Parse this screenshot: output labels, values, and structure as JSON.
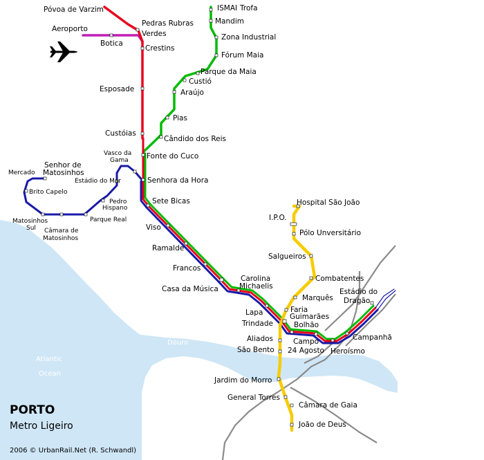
{
  "title": "PORTO",
  "subtitle": "Metro Ligeiro",
  "credit": "2006 © UrbanRail.Net (R. Schwandl)",
  "water_labels": {
    "river": "Douro",
    "ocean_line1": "Atlantic",
    "ocean_line2": "Ocean"
  },
  "colors": {
    "line_red": "#e8001c",
    "line_magenta": "#c01fb5",
    "line_green": "#00bb00",
    "line_blue": "#1a1aa8",
    "line_yellow": "#f7cc00",
    "rail_gray": "#8a8a8a",
    "water": "#cfe6f6"
  },
  "icons": {
    "airport": "airplane-icon"
  },
  "stations": {
    "povoa": "Póvoa de Varzim",
    "pedras_rubras": "Pedras Rubras",
    "verdes": "Verdes",
    "aeroporto": "Aeroporto",
    "botica": "Botica",
    "crestins": "Crestins",
    "esposade": "Esposade",
    "custoias": "Custóias",
    "fonte_cuco": "Fonte do Cuco",
    "senhora_hora": "Senhora da Hora",
    "sete_bicas": "Sete Bicas",
    "viso": "Viso",
    "ramalde": "Ramalde",
    "francos": "Francos",
    "casa_musica": "Casa da Música",
    "carolina_1": "Carolina",
    "carolina_2": "Michaelis",
    "lapa": "Lapa",
    "trindade": "Trindade",
    "aliados": "Aliados",
    "sao_bento": "São Bento",
    "bolhao": "Bolhão",
    "faria_1": "Faria",
    "faria_2": "Guimarães",
    "marques": "Marquês",
    "combatentes": "Combatentes",
    "salgueiros": "Salgueiros",
    "polo": "Pólo Unversitário",
    "ipo": "I.P.O.",
    "hospital": "Hospital São João",
    "campo_1": "Campo",
    "campo_2": "24 Agosto",
    "heroismo": "Heroísmo",
    "campanha": "Campanhã",
    "estadio_dragao_1": "Estádio do",
    "estadio_dragao_2": "Dragão",
    "jardim_morro": "Jardim do Morro",
    "general_torres": "General Torres",
    "camara_gaia": "Câmara de Gaia",
    "joao_deus": "João de Deus",
    "ismai": "ISMAI",
    "trofa": "Trofa",
    "mandim": "Mandim",
    "zona_industrial": "Zona Industrial",
    "forum_maia": "Fórum Maia",
    "parque_maia": "Parque da Maia",
    "custio": "Custió",
    "araujo": "Araújo",
    "pias": "Pias",
    "candido": "Cândido dos Reis",
    "vasco_1": "Vasco da",
    "vasco_2": "Gama",
    "estadio_mar": "Estádio do Mar",
    "senhor_1": "Senhor de",
    "senhor_2": "Matosinhos",
    "mercado": "Mercado",
    "brito": "Brito Capelo",
    "pedro_1": "Pedro",
    "pedro_2": "Hispano",
    "parque_real": "Parque Real",
    "matosinhos_sul_1": "Matosinhos",
    "matosinhos_sul_2": "Sul",
    "camara_mat_1": "Câmara de",
    "camara_mat_2": "Matosinhos"
  }
}
